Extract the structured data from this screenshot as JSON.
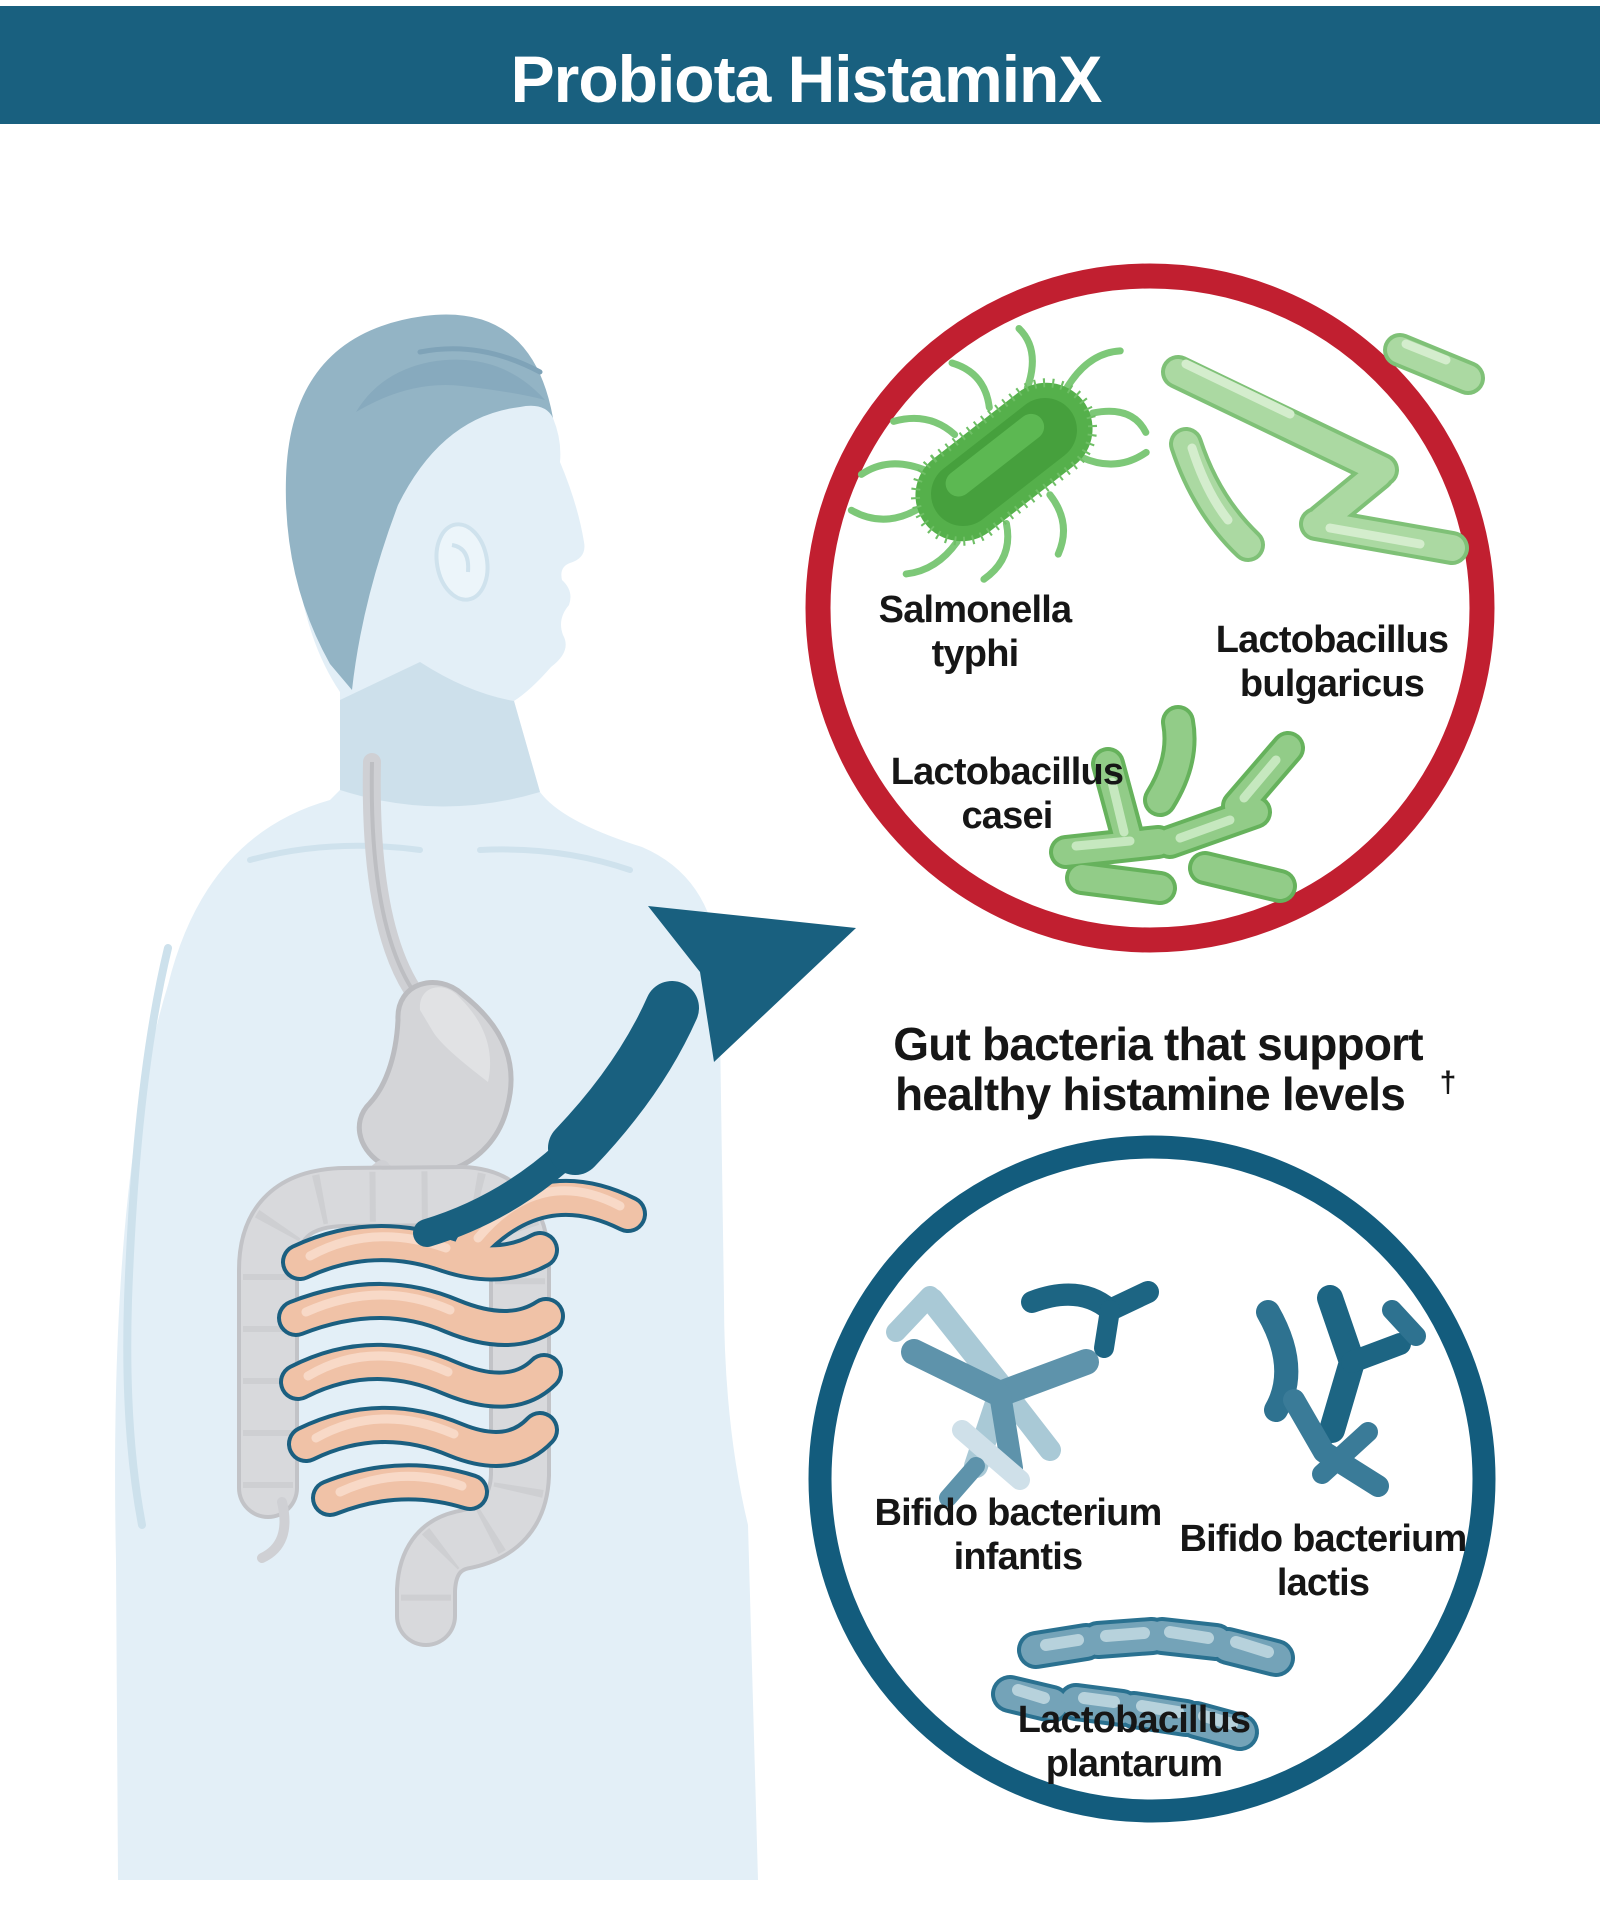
{
  "header": {
    "title": "Probiota HistaminX",
    "background_color": "#19607f",
    "text_color": "#ffffff"
  },
  "caption": {
    "line1": "Gut bacteria that support",
    "line2": "healthy histamine levels",
    "footnote_symbol": "†"
  },
  "harmful_circle": {
    "border_color": "#c11f30",
    "bacteria": [
      {
        "line1": "Salmonella",
        "line2": "typhi",
        "icon": "salmonella-typhi-icon"
      },
      {
        "line1": "Lactobacillus",
        "line2": "bulgaricus",
        "icon": "lactobacillus-bulgaricus-icon"
      },
      {
        "line1": "Lactobacillus",
        "line2": "casei",
        "icon": "lactobacillus-casei-icon"
      }
    ]
  },
  "beneficial_circle": {
    "border_color": "#135c7d",
    "bacteria": [
      {
        "line1": "Bifido bacterium",
        "line2": "infantis",
        "icon": "bifidobacterium-infantis-icon"
      },
      {
        "line1": "Bifido bacterium",
        "line2": "lactis",
        "icon": "bifidobacterium-lactis-icon"
      },
      {
        "line1": "Lactobacillus",
        "line2": "plantarum",
        "icon": "lactobacillus-plantarum-icon"
      }
    ]
  },
  "colors": {
    "accent_teal": "#19607f",
    "circle_red": "#c11f30",
    "circle_blue": "#135c7d",
    "bacteria_green": "#55b04b",
    "bacteria_light_green": "#abd9a2",
    "bacteria_steel_blue": "#5e93ab",
    "bacteria_dark_blue": "#1d6583",
    "intestine_peach": "#f0c2a7",
    "body_light_blue": "#e3eff7",
    "hair_blue_gray": "#93b4c5"
  }
}
